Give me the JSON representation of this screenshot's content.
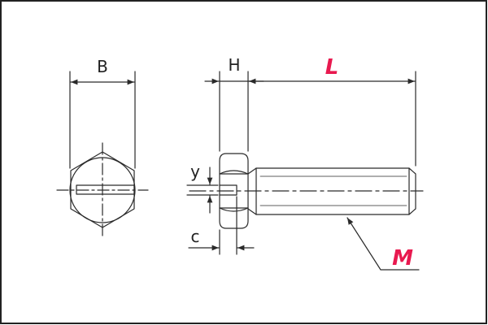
{
  "diagram": {
    "title": "",
    "dimension_labels": {
      "head_width": "B",
      "head_height": "H",
      "length": "L",
      "thread": "M",
      "slot_width": "y",
      "slot_depth": "c"
    },
    "colors": {
      "line": "#2a2a2a",
      "frame": "#222222",
      "accent": "#e8194f",
      "background": "#ffffff"
    }
  }
}
